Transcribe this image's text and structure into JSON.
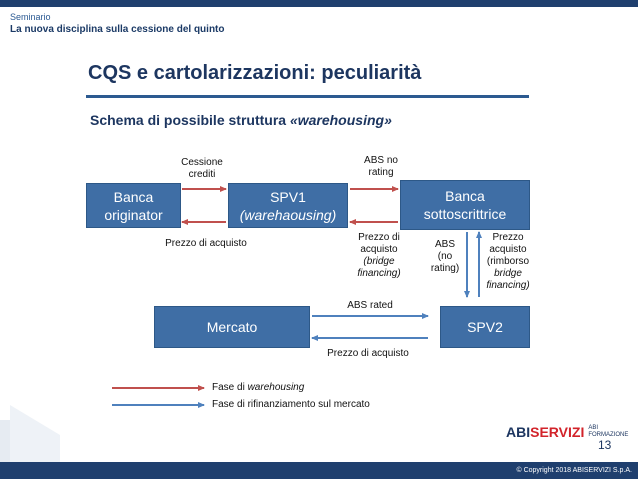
{
  "header": {
    "kicker": "Seminario",
    "subtitle": "La nuova disciplina sulla cessione del quinto"
  },
  "title": "CQS e cartolarizzazioni: peculiarità",
  "schema": {
    "prefix": "Schema di possibile struttura ",
    "emph": "«warehousing»"
  },
  "boxes": {
    "banca_originator": [
      "Banca",
      "originator"
    ],
    "spv1": [
      "SPV1",
      "(warehaousing)"
    ],
    "banca_sottoscrittrice": [
      "Banca",
      "sottoscrittrice"
    ],
    "mercato": "Mercato",
    "spv2": "SPV2"
  },
  "labels": {
    "cessione": [
      "Cessione",
      "crediti"
    ],
    "abs_no_rating": [
      "ABS no",
      "rating"
    ],
    "prezzo_acquisto_1": "Prezzo di acquisto",
    "prezzo_bridge": [
      "Prezzo di",
      "acquisto",
      "(bridge",
      "financing)"
    ],
    "abs_no_rating_v": [
      "ABS",
      "(no",
      "rating)"
    ],
    "prezzo_rimborso": [
      "Prezzo",
      "acquisto",
      "(rimborso",
      "bridge",
      "financing)"
    ],
    "abs_rated": "ABS rated",
    "prezzo_acquisto_2": "Prezzo di acquisto"
  },
  "legend": {
    "warehousing_prefix": "Fase di ",
    "warehousing_emph": "warehousing",
    "rifinanziamento": "Fase di rifinanziamento sul mercato"
  },
  "colors": {
    "red_arrow": "#c0504d",
    "blue_arrow": "#4f81bd",
    "box": "#3f6ea5"
  },
  "page_number": "13",
  "logo": {
    "abi": "ABI",
    "servizi": "SERVIZI",
    "formazione": [
      "ABI",
      "FORMAZIONE"
    ]
  },
  "copyright": "© Copyright 2018 ABISERVIZI S.p.A."
}
